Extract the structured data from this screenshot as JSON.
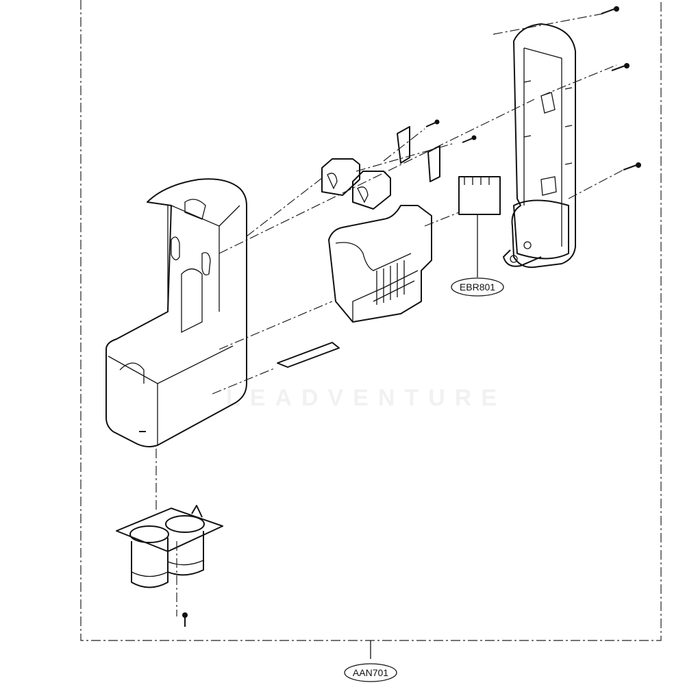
{
  "callouts": {
    "sub_assembly": "EBR801",
    "assembly": "AAN701"
  },
  "watermark": "LEADVENTURE"
}
